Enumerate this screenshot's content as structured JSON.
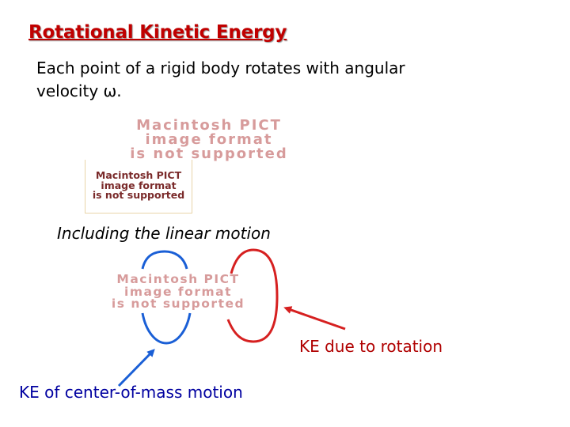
{
  "slide": {
    "title": "Rotational Kinetic Energy",
    "intro_line1": "Each point of a rigid body rotates with angular",
    "intro_line2": "velocity ω.",
    "placeholder_big": [
      "Macintosh PICT",
      "image format",
      "is not supported"
    ],
    "placeholder_small": [
      "Macintosh PICT",
      "image format",
      "is not supported"
    ],
    "placeholder_mid": [
      "Macintosh PICT",
      "image format",
      "is not supported"
    ],
    "including_text": "Including the linear motion",
    "ke_rotation_label": "KE due to rotation",
    "ke_com_label": "KE of center-of-mass motion"
  },
  "colors": {
    "title": "#c00000",
    "blue_bracket": "#1a5fd6",
    "red_bracket": "#d62020"
  }
}
